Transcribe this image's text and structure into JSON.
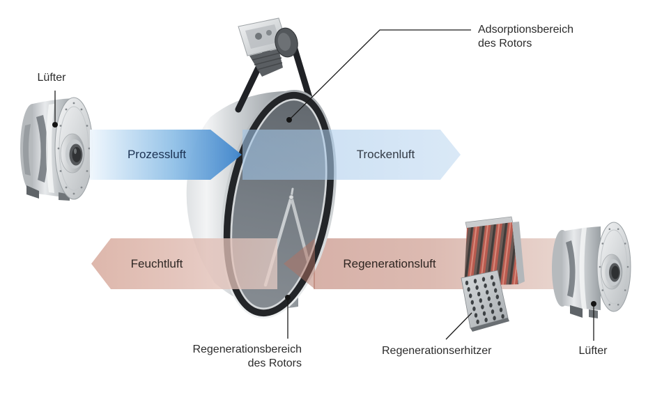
{
  "labels": {
    "fan_left": "Lüfter",
    "fan_right": "Lüfter",
    "adsorption": {
      "line1": "Adsorptionsbereich",
      "line2": "des Rotors"
    },
    "regeneration_area": {
      "line1": "Regenerationsbereich",
      "line2": "des Rotors"
    },
    "heater": "Regenerationserhitzer"
  },
  "flows": {
    "process": {
      "label": "Prozessluft",
      "direction": "right"
    },
    "dry": {
      "label": "Trockenluft",
      "direction": "right"
    },
    "humid": {
      "label": "Feuchtluft",
      "direction": "left"
    },
    "regeneration": {
      "label": "Regenerationsluft",
      "direction": "left"
    }
  },
  "colors": {
    "process_arrow_deep": "#3f85cb",
    "process_arrow_light": "#eef6fc",
    "dry_arrow": "#a6c9e9",
    "humid_arrow": "#d8aa9d",
    "regeneration_arrow": "#dcbab1",
    "process_text": "#1b3152",
    "dry_text": "#333b46",
    "humid_text": "#2e2724",
    "regeneration_text": "#2e2521",
    "label_text": "#2b2b2b",
    "heater_coil": "#bb5f52"
  }
}
